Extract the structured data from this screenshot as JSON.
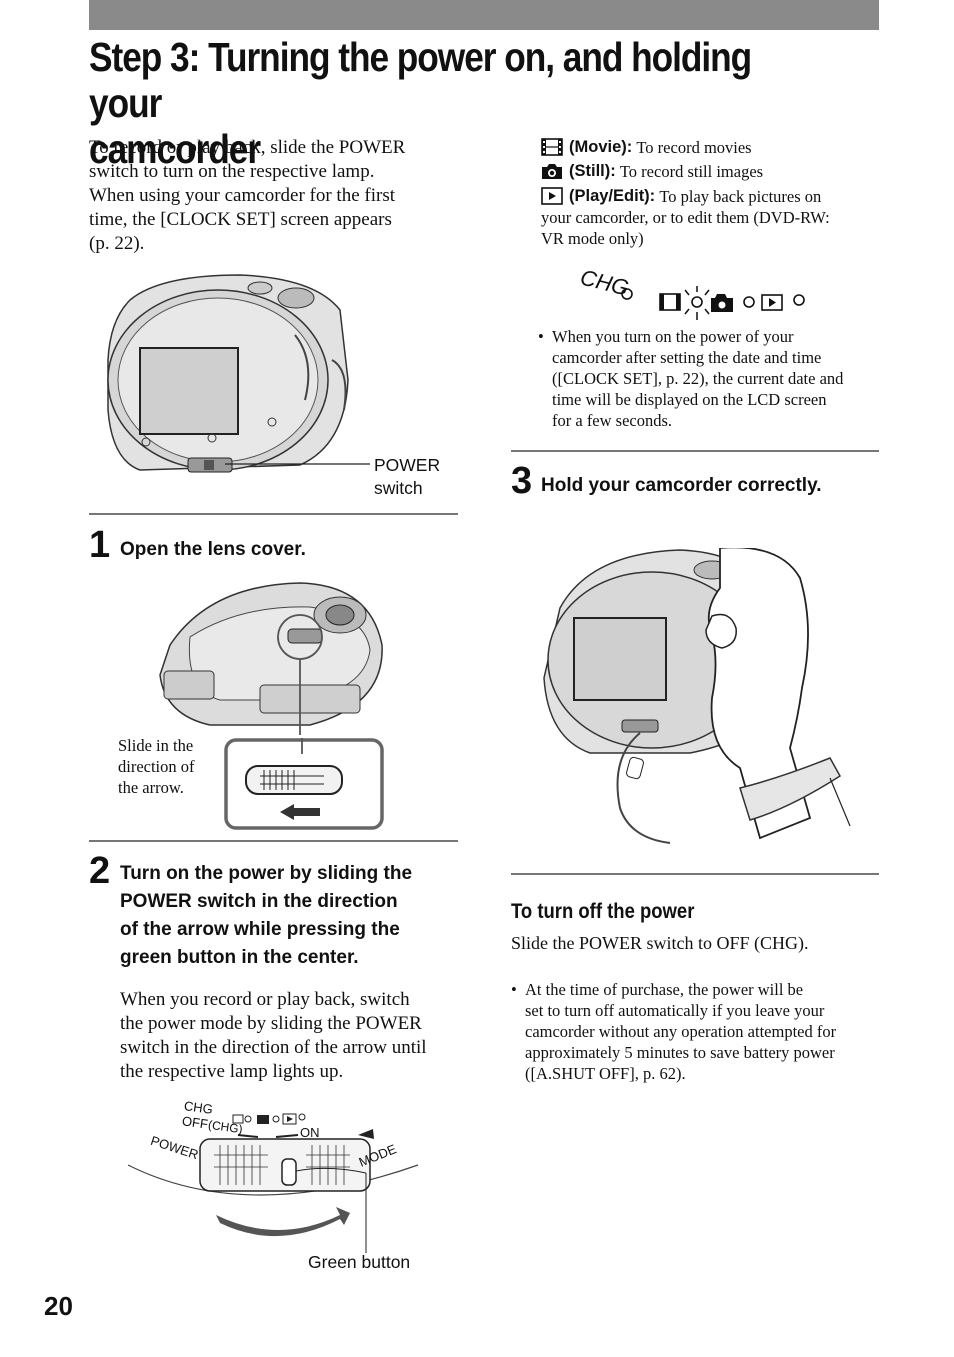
{
  "page": {
    "title_line1": "Step 3: Turning the power on, and holding your",
    "title_line2": "camcorder",
    "page_number": "20"
  },
  "intro": {
    "lines": [
      "To record or play back, slide the POWER",
      "switch to turn on the respective lamp.",
      "When using your camcorder for the first",
      "time, the [CLOCK SET] screen appears",
      "(p. 22)."
    ]
  },
  "figure1": {
    "callout_line1": "POWER",
    "callout_line2": "switch"
  },
  "step1": {
    "number": "1",
    "heading": "Open the lens cover.",
    "note_lines": [
      "Slide in the",
      "direction of",
      "the arrow."
    ]
  },
  "step2": {
    "number": "2",
    "heading_lines": [
      "Turn on the power by sliding the",
      "POWER switch in the direction",
      "of the arrow while pressing the",
      "green button in the center."
    ],
    "body_lines": [
      "When you record or play back, switch",
      "the power mode by sliding the POWER",
      "switch in the direction of the arrow until",
      "the respective lamp lights up."
    ],
    "dial_labels": {
      "chg": "CHG",
      "off": "OFF",
      "off_chg": "(CHG)",
      "on": "ON",
      "power": "POWER",
      "mode": "MODE"
    },
    "callout": "Green button"
  },
  "modes": {
    "movie_label": "(Movie):",
    "movie_desc": "To record movies",
    "still_label": "(Still):",
    "still_desc": "To record still images",
    "play_label": "(Play/Edit):",
    "play_desc_line1": "To play back pictures on",
    "play_desc_lines": [
      "your camcorder, or to edit them (DVD-RW:",
      "VR mode only)"
    ],
    "lamp_chg": "CHG"
  },
  "note1": {
    "lines": [
      "When you turn on the power of your",
      "camcorder after setting the date and time",
      "([CLOCK SET], p. 22), the current date and",
      "time will be displayed on the LCD screen",
      "for a few seconds."
    ]
  },
  "step3": {
    "number": "3",
    "heading": "Hold your camcorder correctly."
  },
  "power_off": {
    "heading": "To turn off the power",
    "text": "Slide the POWER switch to OFF (CHG).",
    "note_lines": [
      "At the time of purchase, the power will be",
      "set to turn off automatically if you leave your",
      "camcorder without any operation attempted for",
      "approximately 5 minutes to save battery power",
      "([A.SHUT OFF], p. 62)."
    ]
  }
}
